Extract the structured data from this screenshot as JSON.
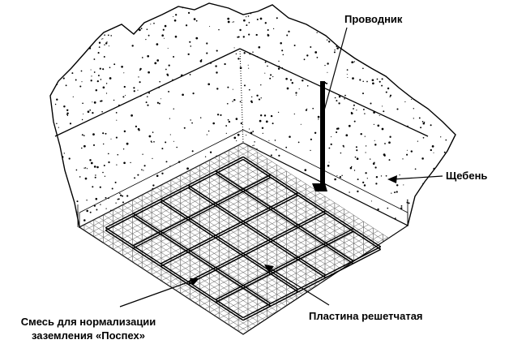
{
  "labels": {
    "conductor": "Проводник",
    "gravel": "Щебень",
    "mixture_line1": "Смесь для нормализации",
    "mixture_line2": "заземления «Поспех»",
    "plate": "Пластина решетчатая"
  },
  "colors": {
    "ink": "#000000",
    "background": "#ffffff",
    "mesh": "#555555"
  }
}
